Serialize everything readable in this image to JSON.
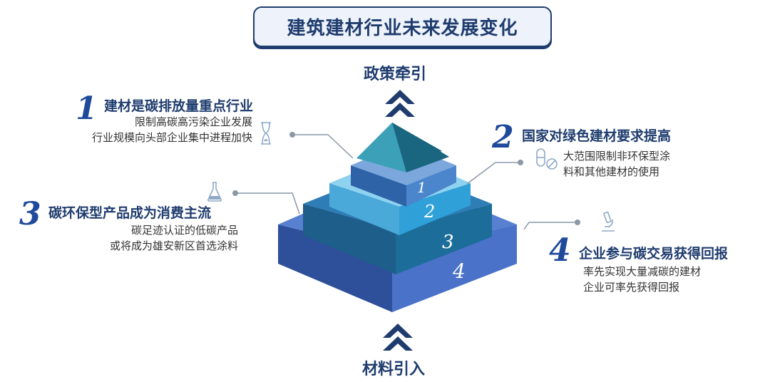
{
  "title": "建筑建材行业未来发展变化",
  "top_label": "政策牵引",
  "bottom_label": "材料引入",
  "layers": [
    "1",
    "2",
    "3",
    "4"
  ],
  "items": [
    {
      "num": "1",
      "heading": "建材是碳排放量重点行业",
      "lines": [
        "限制高碳高污染企业发展",
        "行业规模向头部企业集中进程加快"
      ],
      "icon": "hourglass-icon"
    },
    {
      "num": "2",
      "heading": "国家对绿色建材要求提高",
      "lines": [
        "大范围限制非环保型涂",
        "料和其他建材的使用"
      ],
      "icon": "pills-icon"
    },
    {
      "num": "3",
      "heading": "碳环保型产品成为消费主流",
      "lines": [
        "碳足迹认证的低碳产品",
        "或将成为雄安新区首选涂料"
      ],
      "icon": "flask-icon"
    },
    {
      "num": "4",
      "heading": "企业参与碳交易获得回报",
      "lines": [
        "率先实现大量减碳的建材",
        "企业可率先获得回报"
      ],
      "icon": "microscope-icon"
    }
  ],
  "colors": {
    "navy": "#1f3c6e",
    "layer1": "#3a7ac4",
    "layer2": "#6cc3ea",
    "layer3": "#2f86c7",
    "layer4": "#4f77c9"
  }
}
